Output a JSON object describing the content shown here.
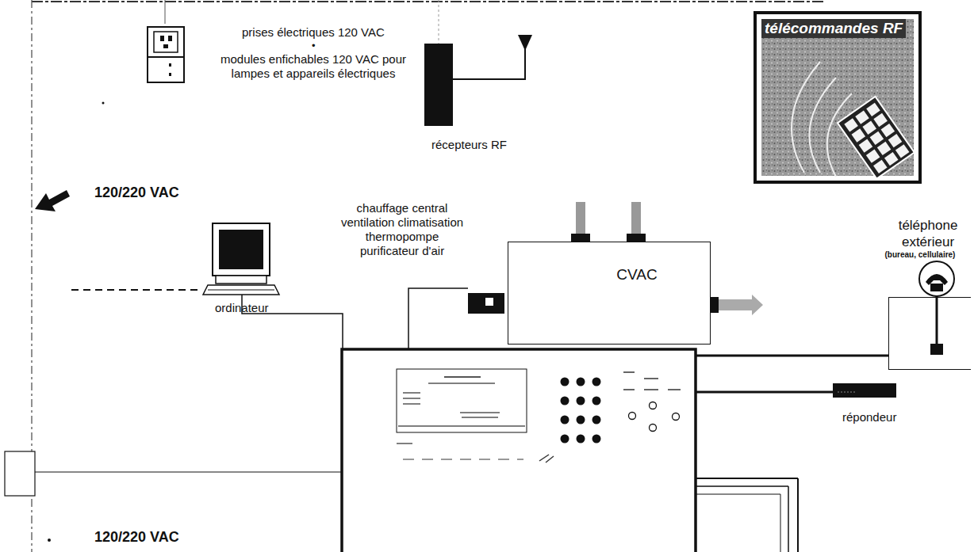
{
  "diagram": {
    "nodes": [
      {
        "text": [
          "télécommandes RF"
        ]
      },
      {
        "text": [
          "CVAC"
        ]
      },
      {
        "text": [
          "téléphone extérieur",
          "(bureau, cellulaire)"
        ]
      }
    ],
    "labels": [
      "prises électriques 120 VAC",
      "•",
      "modules enfichables 120 VAC pour lampes et appareils électriques",
      "récepteurs RF",
      "120/220 VAC",
      "ordinateur",
      "chauffage central ventilation climatisation thermopompe purificateur d'air",
      "répondeur",
      "120/220 VAC"
    ]
  }
}
